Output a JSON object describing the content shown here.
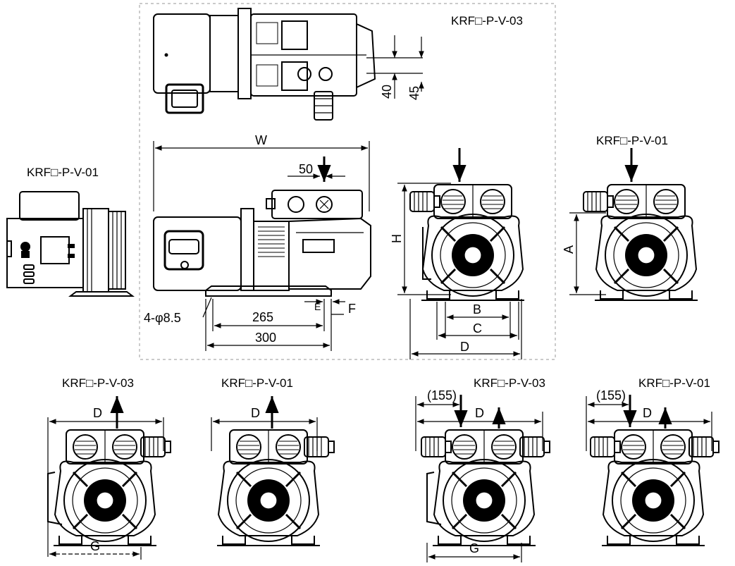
{
  "labels": {
    "top_view_model": "KRF□-P-V-03",
    "left_side_model": "KRF□-P-V-01",
    "right_end_model": "KRF□-P-V-01",
    "bottom_1_model": "KRF□-P-V-03",
    "bottom_2_model": "KRF□-P-V-01",
    "bottom_3_model": "KRF□-P-V-03",
    "bottom_4_model": "KRF□-P-V-01"
  },
  "dimensions": {
    "w": "W",
    "d50": "50",
    "d40": "40",
    "d45": "45",
    "h": "H",
    "a": "A",
    "b": "B",
    "c": "C",
    "d": "D",
    "e": "E",
    "f": "F",
    "g": "G",
    "d265": "265",
    "d300": "300",
    "holes": "4-φ8.5",
    "d155": "(155)"
  }
}
